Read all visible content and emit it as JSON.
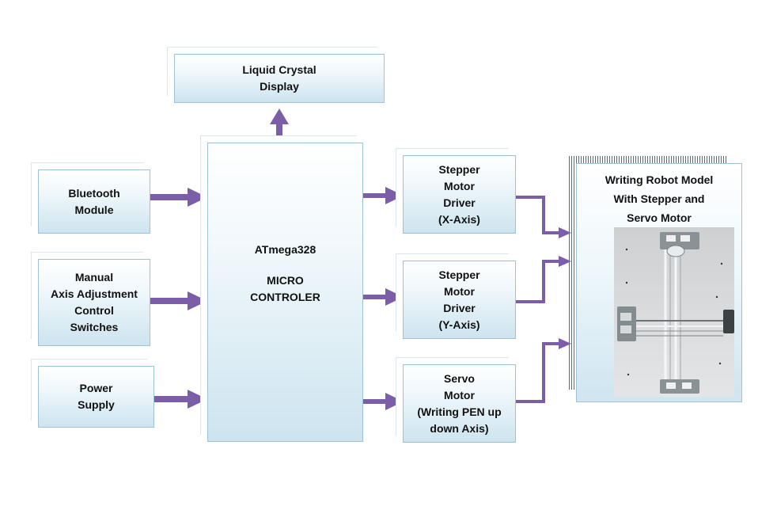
{
  "lcd": {
    "lines": [
      "Liquid Crystal",
      "Display"
    ]
  },
  "bluetooth": {
    "lines": [
      "Bluetooth",
      "Module"
    ]
  },
  "manual": {
    "lines": [
      "Manual",
      "Axis Adjustment",
      "Control",
      "Switches"
    ]
  },
  "power": {
    "lines": [
      "Power",
      "Supply"
    ]
  },
  "mcu": {
    "chip": "ATmega328",
    "lines": [
      "MICRO",
      "CONTROLER"
    ]
  },
  "stepper_x": {
    "lines": [
      "Stepper",
      "Motor",
      "Driver",
      "(X-Axis)"
    ]
  },
  "stepper_y": {
    "lines": [
      "Stepper",
      "Motor",
      "Driver",
      "(Y-Axis)"
    ]
  },
  "servo": {
    "lines": [
      "Servo",
      "Motor",
      "(Writing PEN up",
      "down Axis)"
    ]
  },
  "robot": {
    "lines": [
      "Writing Robot Model",
      "With Stepper and",
      "Servo Motor"
    ]
  },
  "colors": {
    "arrow": "#7b5ea7",
    "box_border": "#9ec3d6",
    "box_fill": "#cde4ef"
  }
}
